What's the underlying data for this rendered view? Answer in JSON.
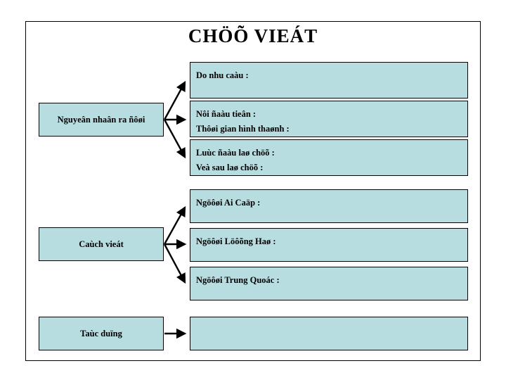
{
  "slide": {
    "title": "CHÖÕ VIEÁT",
    "background_color": "#ffffff",
    "frame_color": "#000000",
    "box_fill_color": "#b7dde1",
    "box_border_color": "#000000",
    "connector_color": "#000000"
  },
  "groups": [
    {
      "category_label": "Nguyeân nhaân ra ñôøi",
      "items": [
        {
          "lines": [
            "Do nhu caàu :"
          ]
        },
        {
          "lines": [
            "Nôi ñaàu tieân :",
            "Thôøi gian  hình thaønh :"
          ]
        },
        {
          "lines": [
            "Luùc ñaàu laø chöõ :",
            "Veà sau laø chöõ :"
          ]
        }
      ]
    },
    {
      "category_label": "Caùch vieát",
      "items": [
        {
          "lines": [
            "Ngöôøi Ai Caäp :"
          ]
        },
        {
          "lines": [
            "Ngöôøi Löôõng Haø :"
          ]
        },
        {
          "lines": [
            "Ngöôøi Trung Quoác :"
          ]
        }
      ]
    },
    {
      "category_label": "Taùc duïng",
      "items": [
        {
          "lines": [
            ""
          ]
        }
      ]
    }
  ]
}
